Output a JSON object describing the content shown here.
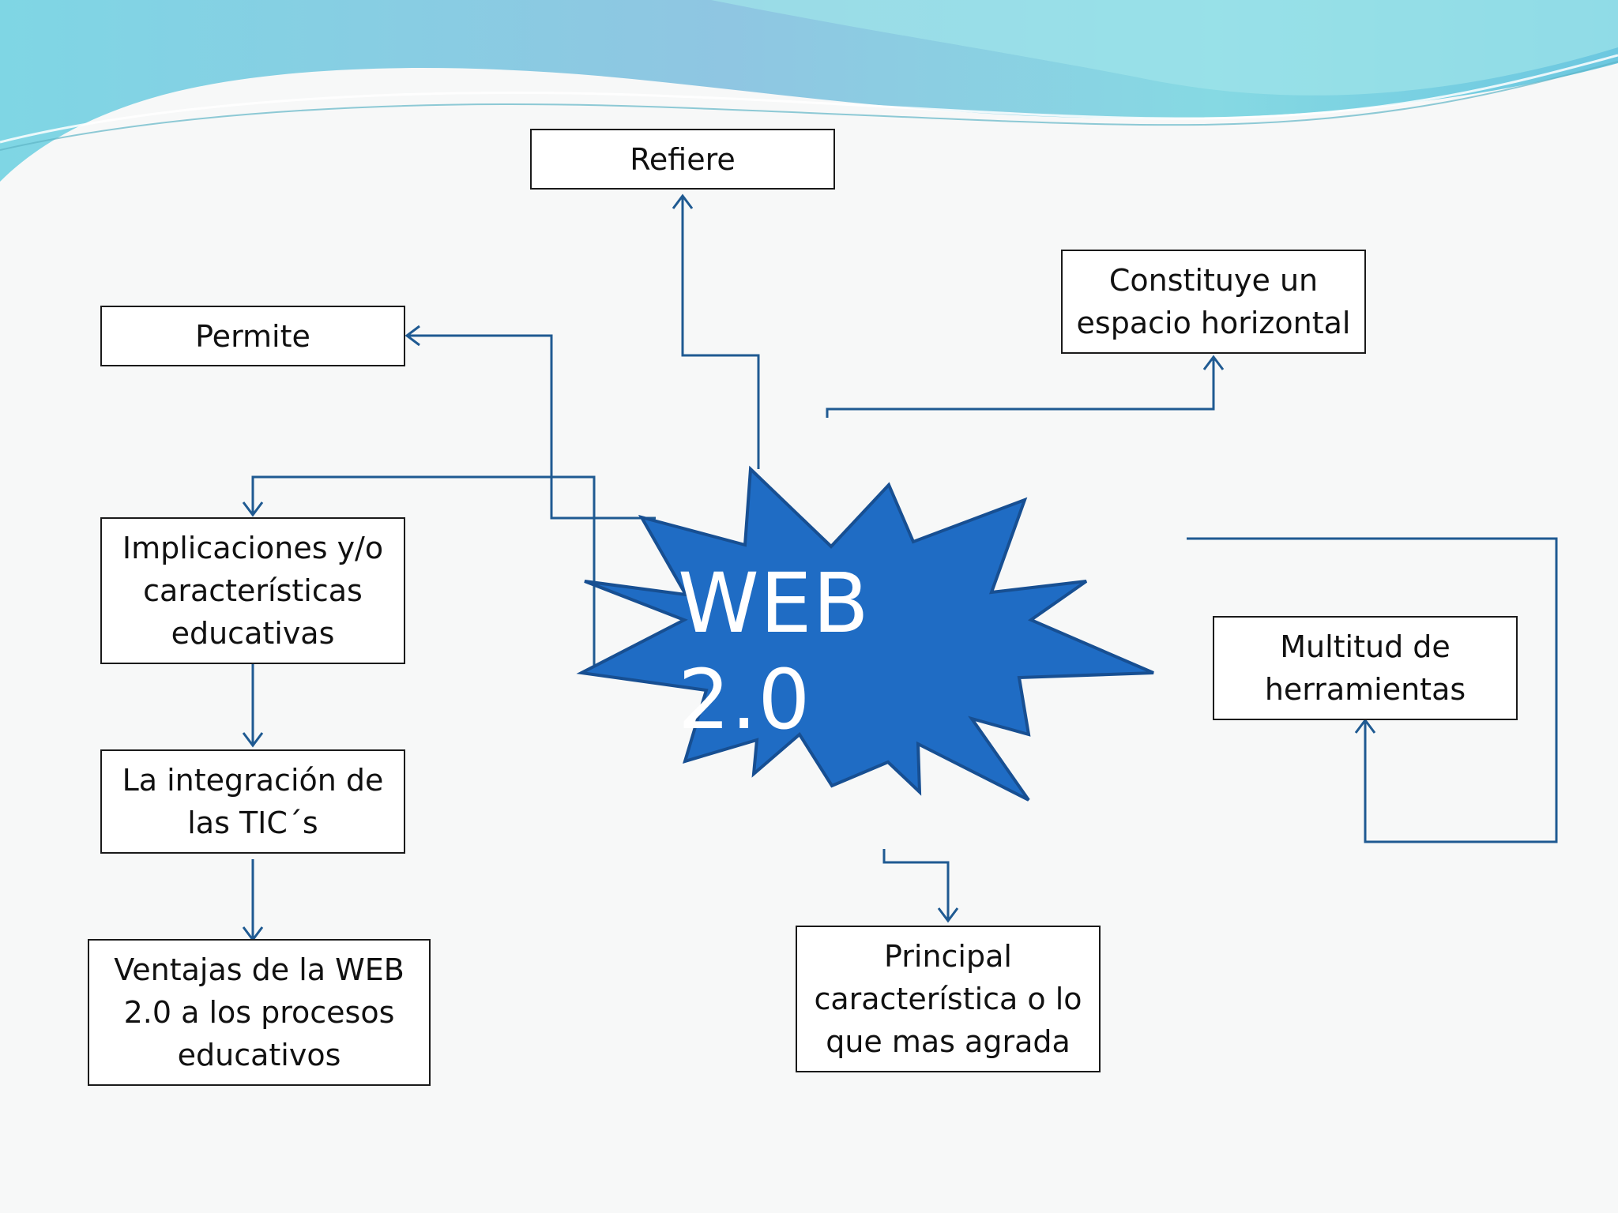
{
  "diagram": {
    "center": {
      "label": "WEB 2.0"
    },
    "nodes": {
      "refiere": "Refiere",
      "constituye": "Constituye un\nespacio horizontal",
      "permite": "Permite",
      "implicaciones": "Implicaciones y/o\ncaracterísticas\neducativas",
      "integracion": "La integración de\nlas TIC´s",
      "ventajas": "Ventajas de la WEB\n2.0 a los procesos\neducativos",
      "multitud": "Multitud de\nherramientas",
      "principal": "Principal\ncaracterística o lo\nque mas agrada"
    }
  },
  "colors": {
    "background": "#f7f8f8",
    "connector": "#1f5a92",
    "star_fill": "#1f6cc4",
    "star_stroke": "#174f92",
    "wave_light": "#8fe0e8",
    "wave_dark": "#7fbfe0"
  }
}
